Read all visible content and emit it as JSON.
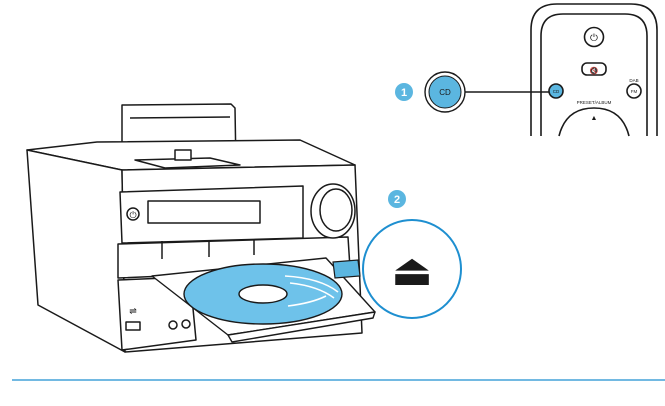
{
  "steps": [
    {
      "number": "1",
      "label": "CD"
    },
    {
      "number": "2"
    }
  ],
  "remote": {
    "cd_label": "CD",
    "dab_label": "DAB",
    "fm_label": "FM",
    "preset_label": "PRESET/ALBUM",
    "power_glyph": "⏻",
    "mute_glyph": "🔇",
    "up_glyph": "▲"
  },
  "eject_glyph": "⏏",
  "colors": {
    "accent": "#5BB6E0",
    "disc": "#6EC2EA",
    "line": "#1a1a1a",
    "rule": "#1E8FD0"
  }
}
